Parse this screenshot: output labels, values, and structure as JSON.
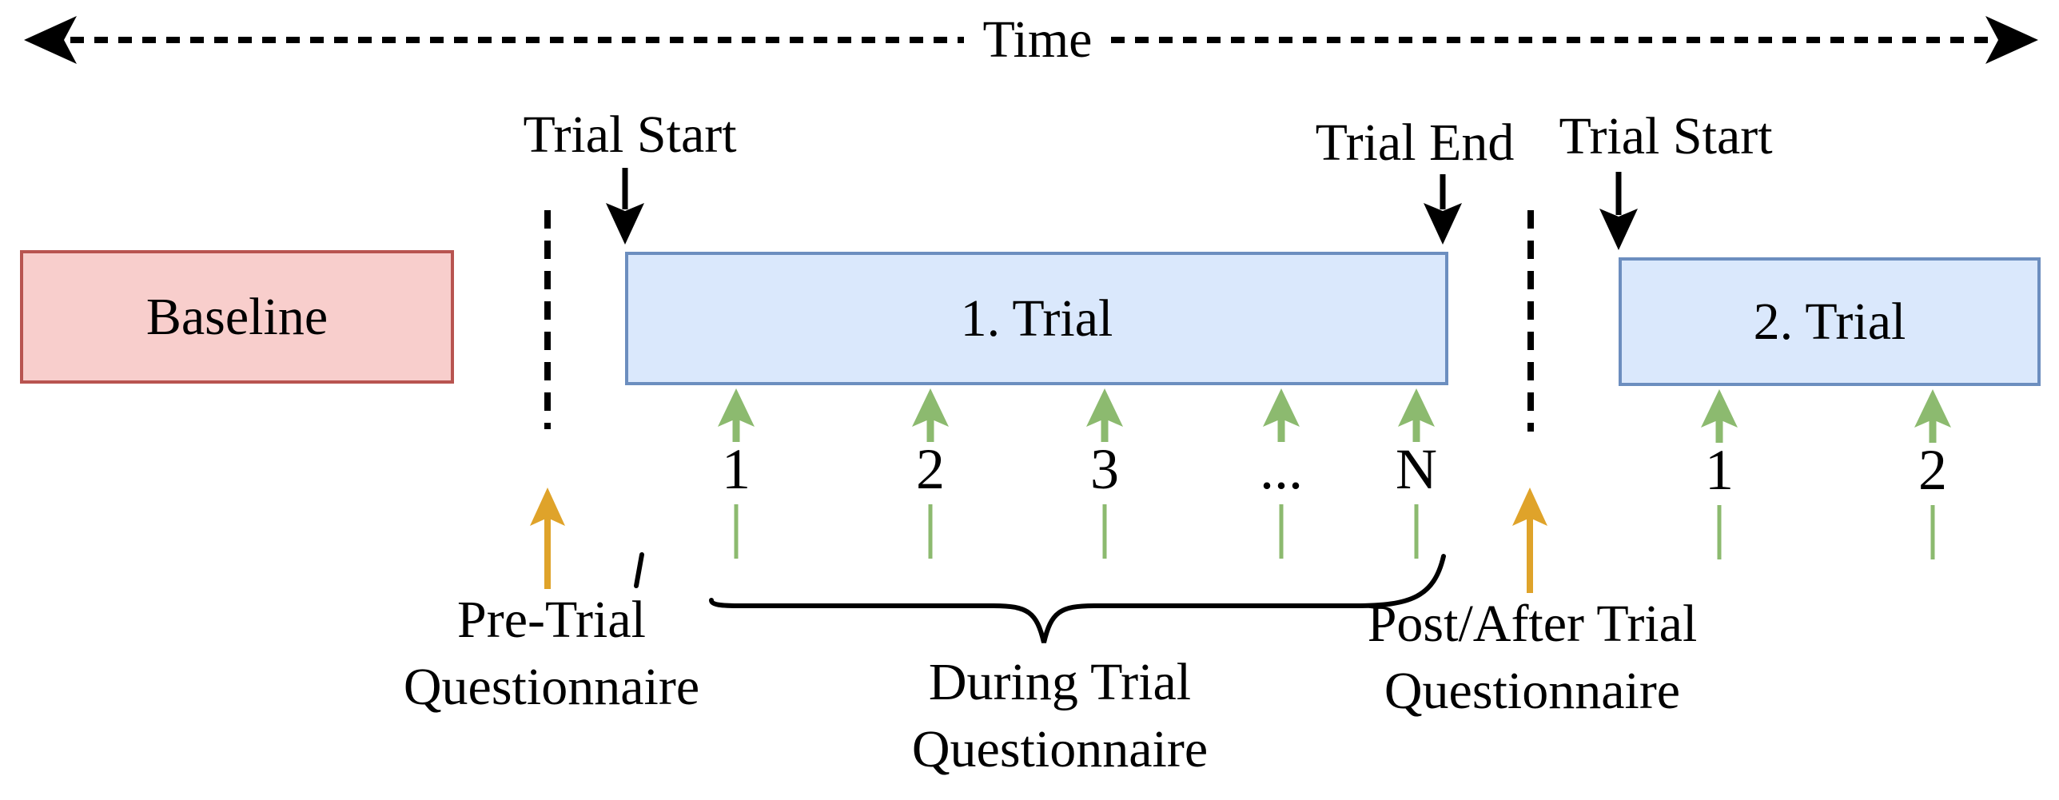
{
  "colors": {
    "baseline_fill": "#F8CECC",
    "baseline_border": "#B85450",
    "trial_fill": "#DAE8FC",
    "trial_border": "#6C8EBF",
    "tick_green": "#8CBA6F",
    "questionnaire_orange": "#DFA32A",
    "ink": "#000000"
  },
  "diagram": {
    "time_axis": {
      "label": "Time"
    },
    "events": {
      "trial_start_1": "Trial Start",
      "trial_end": "Trial End",
      "trial_start_2": "Trial Start"
    },
    "phases": {
      "baseline": "Baseline",
      "trial_1": "1. Trial",
      "trial_2": "2. Trial"
    },
    "trial_1_measurements": [
      "1",
      "2",
      "3",
      "...",
      "N"
    ],
    "trial_2_measurements": [
      "1",
      "2"
    ],
    "questionnaires": {
      "pre": {
        "line_1": "Pre-Trial",
        "line_2": "Questionnaire"
      },
      "during": {
        "line_1": "During Trial",
        "line_2": "Questionnaire"
      },
      "post": {
        "line_1": "Post/After Trial",
        "line_2": "Questionnaire"
      }
    }
  }
}
